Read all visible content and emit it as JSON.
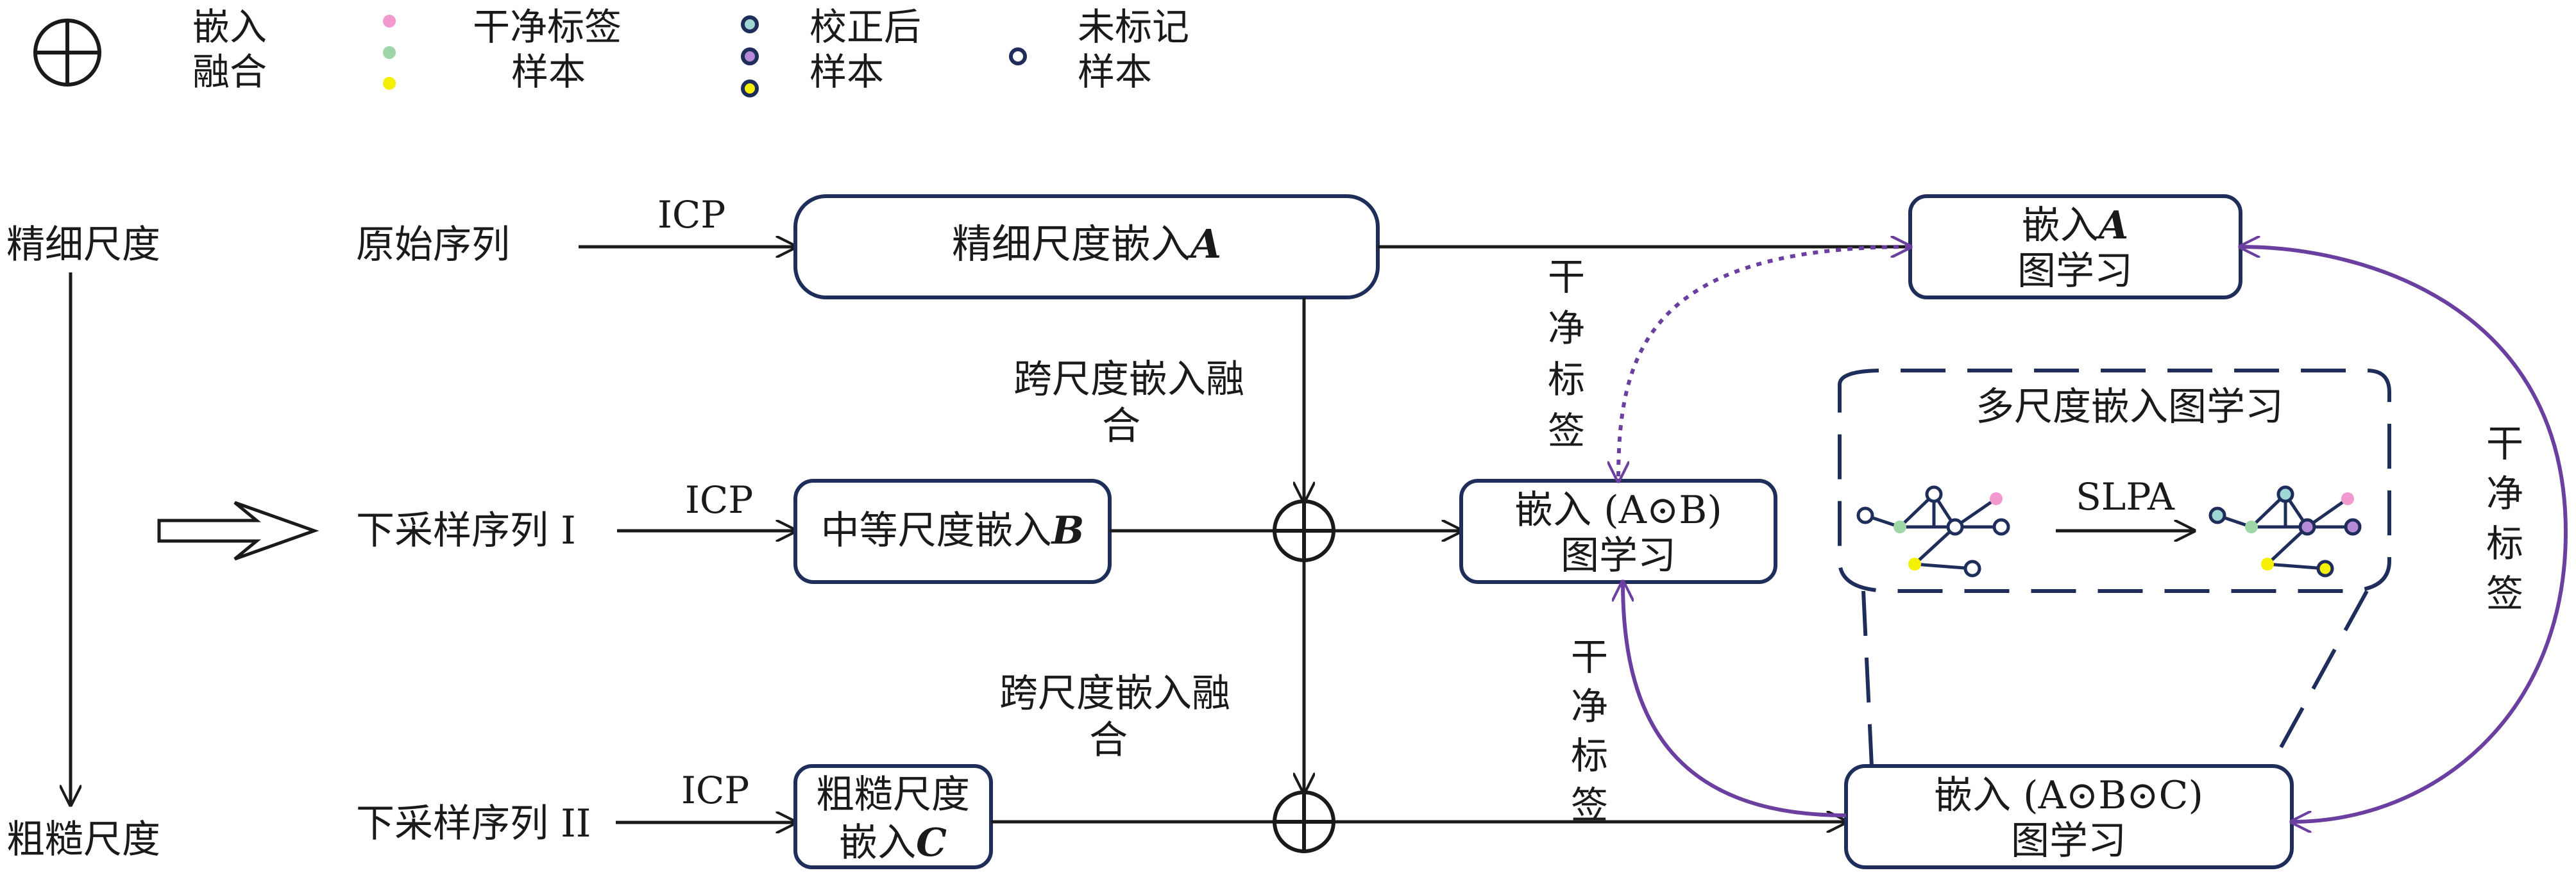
{
  "legend": {
    "fusion_line1": "嵌入",
    "fusion_line2": "融合",
    "clean_line1": "干净标签",
    "clean_line2": "样本",
    "corrected_line1": "校正后",
    "corrected_line2": "样本",
    "unlabeled_line1": "未标记",
    "unlabeled_line2": "样本"
  },
  "scale": {
    "fine": "精细尺度",
    "coarse": "粗糙尺度"
  },
  "sequences": {
    "original": "原始序列",
    "down1": "下采样序列 I",
    "down2": "下采样序列 II"
  },
  "icp": "ICP",
  "embeddings": {
    "fine_prefix": "精细尺度嵌入",
    "fine_var": "A",
    "medium_prefix": "中等尺度嵌入",
    "medium_var": "B",
    "coarse_line1": "粗糙尺度",
    "coarse_prefix": "嵌入",
    "coarse_var": "C"
  },
  "fusion_text": {
    "line1": "跨尺度嵌入融",
    "line2": "合"
  },
  "graphs": {
    "a_line1_prefix": "嵌入",
    "a_var": "A",
    "a_line2": "图学习",
    "ab_line1": "嵌入 (A⊙B)",
    "ab_line2": "图学习",
    "abc_line1": "嵌入 (A⊙B⊙C)",
    "abc_line2": "图学习"
  },
  "multiscale_title": "多尺度嵌入图学习",
  "slpa": "SLPA",
  "clean_label_vertical": [
    "干",
    "净",
    "标",
    "签"
  ],
  "colors": {
    "box_border": "#1f2d5a",
    "purple": "#6a3fa0",
    "clean": "#f29ad0",
    "clean_green": "#9fd6a8",
    "yellow": "#f5f000",
    "corrected_teal": "#9fd6d6",
    "corrected_purple": "#b58ad6",
    "unlabeled": "#ffffff"
  },
  "icons": {
    "fusion": "circle-plus-icon",
    "double_arrow": "hollow-right-arrow-icon"
  }
}
